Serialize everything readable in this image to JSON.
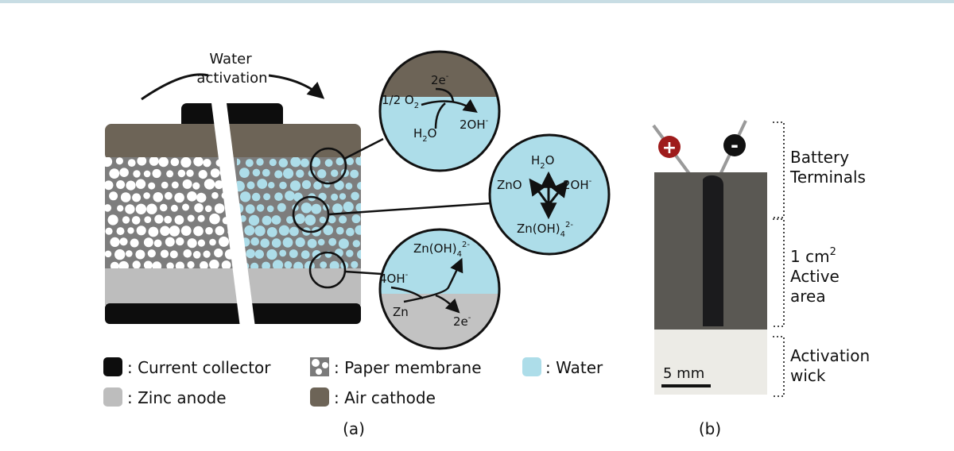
{
  "panel_a": {
    "activation_label": [
      "Water",
      "activation"
    ],
    "caption": "(a)",
    "cathode_bubble": {
      "electrons": "2e",
      "electron_sup": "-",
      "oxygen": "1/2 O",
      "oxygen_sub": "2",
      "water": "H",
      "water_sub": "2",
      "water_end": "O",
      "hydroxide": "2OH",
      "hydroxide_sup": "-"
    },
    "membrane_bubble": {
      "water": "H",
      "water_sub": "2",
      "water_end": "O",
      "zinc_oxide": "ZnO",
      "hydroxide": "2OH",
      "hydroxide_sup": "-",
      "zincate": "Zn(OH)",
      "zincate_sub": "4",
      "zincate_sup": "2-"
    },
    "anode_bubble": {
      "zincate": "Zn(OH)",
      "zincate_sub": "4",
      "zincate_sup": "2-",
      "hydroxide": "4OH",
      "hydroxide_sup": "-",
      "zinc": "Zn",
      "electrons": "2e",
      "electron_sup": "-"
    },
    "legend": [
      {
        "label": ": Current collector",
        "color": "#0d0d0d"
      },
      {
        "label": ": Paper membrane",
        "color": "#7a7a7a"
      },
      {
        "label": ": Water",
        "color": "#addde9"
      },
      {
        "label": ": Zinc anode",
        "color": "#bdbdbd"
      },
      {
        "label": ": Air cathode",
        "color": "#6d6457"
      }
    ]
  },
  "panel_b": {
    "terminal_plus": "+",
    "terminal_minus": "-",
    "label_terminals": [
      "Battery",
      "Terminals"
    ],
    "label_area": [
      "1 cm",
      "2",
      "Active",
      "area"
    ],
    "label_wick": [
      "Activation",
      "wick"
    ],
    "scale_bar": "5 mm",
    "caption": "(b)"
  },
  "colors": {
    "collector": "#0d0d0d",
    "cathode": "#6d6457",
    "membrane": "#7a7a7a",
    "water": "#addde9",
    "anode": "#bdbdbd",
    "wick": "#ecebe6",
    "terminal_plus": "#9e1b1b"
  }
}
